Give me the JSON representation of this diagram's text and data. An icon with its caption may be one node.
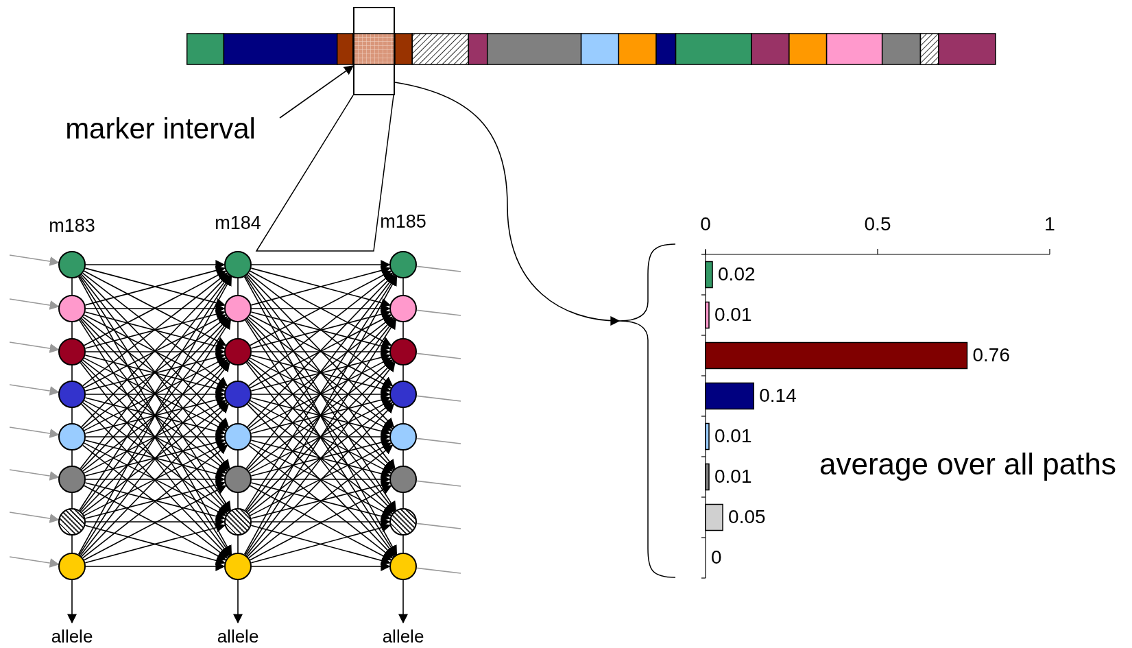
{
  "diagram": {
    "nodes": [
      {
        "text": [
          "marker interval"
        ]
      },
      {
        "text": [],
        "shape": "box"
      },
      {
        "text": [],
        "shape": "circle"
      },
      {
        "text": [],
        "shape": "circle"
      },
      {
        "text": [],
        "shape": "circle"
      },
      {
        "text": [],
        "shape": "circle"
      },
      {
        "text": [],
        "shape": "circle"
      },
      {
        "text": [],
        "shape": "circle"
      },
      {
        "text": [],
        "shape": "circle"
      },
      {
        "text": [],
        "shape": "circle"
      },
      {
        "text": [],
        "shape": "circle"
      },
      {
        "text": [],
        "shape": "circle"
      },
      {
        "text": [],
        "shape": "circle"
      },
      {
        "text": [],
        "shape": "circle"
      },
      {
        "text": [],
        "shape": "circle"
      },
      {
        "text": [],
        "shape": "circle"
      },
      {
        "text": [],
        "shape": "circle"
      },
      {
        "text": [],
        "shape": "circle"
      },
      {
        "text": [],
        "shape": "circle"
      },
      {
        "text": [],
        "shape": "circle"
      },
      {
        "text": [],
        "shape": "circle"
      },
      {
        "text": [],
        "shape": "circle"
      },
      {
        "text": [],
        "shape": "circle"
      },
      {
        "text": [],
        "shape": "circle"
      },
      {
        "text": [],
        "shape": "circle"
      },
      {
        "text": [],
        "shape": "circle"
      },
      {
        "text": [
          "allele"
        ]
      },
      {
        "text": [
          "allele"
        ]
      },
      {
        "text": [
          "allele"
        ]
      },
      {
        "text": [],
        "shape": "bracket"
      }
    ],
    "edges": [
      {
        "from": 0,
        "to": 1,
        "arrow": "to"
      },
      {
        "from": 1,
        "to": 29,
        "arrow": "to"
      },
      {
        "from": 2,
        "to": 3,
        "arrow": "none"
      },
      {
        "from": 3,
        "to": 4,
        "arrow": "none"
      },
      {
        "from": 4,
        "to": 5,
        "arrow": "none"
      },
      {
        "from": 5,
        "to": 6,
        "arrow": "none"
      },
      {
        "from": 6,
        "to": 7,
        "arrow": "none"
      },
      {
        "from": 7,
        "to": 8,
        "arrow": "none"
      },
      {
        "from": 8,
        "to": 9,
        "arrow": "none"
      },
      {
        "from": 10,
        "to": 11,
        "arrow": "none"
      },
      {
        "from": 11,
        "to": 12,
        "arrow": "none"
      },
      {
        "from": 12,
        "to": 13,
        "arrow": "none"
      },
      {
        "from": 13,
        "to": 14,
        "arrow": "none"
      },
      {
        "from": 14,
        "to": 15,
        "arrow": "none"
      },
      {
        "from": 15,
        "to": 16,
        "arrow": "none"
      },
      {
        "from": 16,
        "to": 17,
        "arrow": "none"
      },
      {
        "from": 18,
        "to": 19,
        "arrow": "none"
      },
      {
        "from": 19,
        "to": 20,
        "arrow": "none"
      },
      {
        "from": 20,
        "to": 21,
        "arrow": "none"
      },
      {
        "from": 21,
        "to": 22,
        "arrow": "none"
      },
      {
        "from": 22,
        "to": 23,
        "arrow": "none"
      },
      {
        "from": 23,
        "to": 24,
        "arrow": "none"
      },
      {
        "from": 24,
        "to": 25,
        "arrow": "none"
      },
      {
        "from": 2,
        "to": 10,
        "arrow": "to"
      },
      {
        "from": 2,
        "to": 11,
        "arrow": "to"
      },
      {
        "from": 2,
        "to": 12,
        "arrow": "to"
      },
      {
        "from": 2,
        "to": 13,
        "arrow": "to"
      },
      {
        "from": 2,
        "to": 14,
        "arrow": "to"
      },
      {
        "from": 2,
        "to": 15,
        "arrow": "to"
      },
      {
        "from": 2,
        "to": 16,
        "arrow": "to"
      },
      {
        "from": 2,
        "to": 17,
        "arrow": "to"
      },
      {
        "from": 3,
        "to": 10,
        "arrow": "to"
      },
      {
        "from": 3,
        "to": 11,
        "arrow": "to"
      },
      {
        "from": 3,
        "to": 12,
        "arrow": "to"
      },
      {
        "from": 3,
        "to": 13,
        "arrow": "to"
      },
      {
        "from": 3,
        "to": 14,
        "arrow": "to"
      },
      {
        "from": 3,
        "to": 15,
        "arrow": "to"
      },
      {
        "from": 3,
        "to": 16,
        "arrow": "to"
      },
      {
        "from": 3,
        "to": 17,
        "arrow": "to"
      },
      {
        "from": 4,
        "to": 10,
        "arrow": "to"
      },
      {
        "from": 4,
        "to": 11,
        "arrow": "to"
      },
      {
        "from": 4,
        "to": 12,
        "arrow": "to"
      },
      {
        "from": 4,
        "to": 13,
        "arrow": "to"
      },
      {
        "from": 4,
        "to": 14,
        "arrow": "to"
      },
      {
        "from": 4,
        "to": 15,
        "arrow": "to"
      },
      {
        "from": 4,
        "to": 16,
        "arrow": "to"
      },
      {
        "from": 4,
        "to": 17,
        "arrow": "to"
      },
      {
        "from": 5,
        "to": 10,
        "arrow": "to"
      },
      {
        "from": 5,
        "to": 11,
        "arrow": "to"
      },
      {
        "from": 5,
        "to": 12,
        "arrow": "to"
      },
      {
        "from": 5,
        "to": 13,
        "arrow": "to"
      },
      {
        "from": 5,
        "to": 14,
        "arrow": "to"
      },
      {
        "from": 5,
        "to": 15,
        "arrow": "to"
      },
      {
        "from": 5,
        "to": 16,
        "arrow": "to"
      },
      {
        "from": 5,
        "to": 17,
        "arrow": "to"
      },
      {
        "from": 6,
        "to": 10,
        "arrow": "to"
      },
      {
        "from": 6,
        "to": 11,
        "arrow": "to"
      },
      {
        "from": 6,
        "to": 12,
        "arrow": "to"
      },
      {
        "from": 6,
        "to": 13,
        "arrow": "to"
      },
      {
        "from": 6,
        "to": 14,
        "arrow": "to"
      },
      {
        "from": 6,
        "to": 15,
        "arrow": "to"
      },
      {
        "from": 6,
        "to": 16,
        "arrow": "to"
      },
      {
        "from": 6,
        "to": 17,
        "arrow": "to"
      },
      {
        "from": 7,
        "to": 10,
        "arrow": "to"
      },
      {
        "from": 7,
        "to": 11,
        "arrow": "to"
      },
      {
        "from": 7,
        "to": 12,
        "arrow": "to"
      },
      {
        "from": 7,
        "to": 13,
        "arrow": "to"
      },
      {
        "from": 7,
        "to": 14,
        "arrow": "to"
      },
      {
        "from": 7,
        "to": 15,
        "arrow": "to"
      },
      {
        "from": 7,
        "to": 16,
        "arrow": "to"
      },
      {
        "from": 7,
        "to": 17,
        "arrow": "to"
      },
      {
        "from": 8,
        "to": 10,
        "arrow": "to"
      },
      {
        "from": 8,
        "to": 11,
        "arrow": "to"
      },
      {
        "from": 8,
        "to": 12,
        "arrow": "to"
      },
      {
        "from": 8,
        "to": 13,
        "arrow": "to"
      },
      {
        "from": 8,
        "to": 14,
        "arrow": "to"
      },
      {
        "from": 8,
        "to": 15,
        "arrow": "to"
      },
      {
        "from": 8,
        "to": 16,
        "arrow": "to"
      },
      {
        "from": 8,
        "to": 17,
        "arrow": "to"
      },
      {
        "from": 9,
        "to": 10,
        "arrow": "to"
      },
      {
        "from": 9,
        "to": 11,
        "arrow": "to"
      },
      {
        "from": 9,
        "to": 12,
        "arrow": "to"
      },
      {
        "from": 9,
        "to": 13,
        "arrow": "to"
      },
      {
        "from": 9,
        "to": 14,
        "arrow": "to"
      },
      {
        "from": 9,
        "to": 15,
        "arrow": "to"
      },
      {
        "from": 9,
        "to": 16,
        "arrow": "to"
      },
      {
        "from": 9,
        "to": 17,
        "arrow": "to"
      },
      {
        "from": 10,
        "to": 18,
        "arrow": "to"
      },
      {
        "from": 10,
        "to": 19,
        "arrow": "to"
      },
      {
        "from": 10,
        "to": 20,
        "arrow": "to"
      },
      {
        "from": 10,
        "to": 21,
        "arrow": "to"
      },
      {
        "from": 10,
        "to": 22,
        "arrow": "to"
      },
      {
        "from": 10,
        "to": 23,
        "arrow": "to"
      },
      {
        "from": 10,
        "to": 24,
        "arrow": "to"
      },
      {
        "from": 10,
        "to": 25,
        "arrow": "to"
      },
      {
        "from": 11,
        "to": 18,
        "arrow": "to"
      },
      {
        "from": 11,
        "to": 19,
        "arrow": "to"
      },
      {
        "from": 11,
        "to": 20,
        "arrow": "to"
      },
      {
        "from": 11,
        "to": 21,
        "arrow": "to"
      },
      {
        "from": 11,
        "to": 22,
        "arrow": "to"
      },
      {
        "from": 11,
        "to": 23,
        "arrow": "to"
      },
      {
        "from": 11,
        "to": 24,
        "arrow": "to"
      },
      {
        "from": 11,
        "to": 25,
        "arrow": "to"
      },
      {
        "from": 12,
        "to": 18,
        "arrow": "to"
      },
      {
        "from": 12,
        "to": 19,
        "arrow": "to"
      },
      {
        "from": 12,
        "to": 20,
        "arrow": "to"
      },
      {
        "from": 12,
        "to": 21,
        "arrow": "to"
      },
      {
        "from": 12,
        "to": 22,
        "arrow": "to"
      },
      {
        "from": 12,
        "to": 23,
        "arrow": "to"
      },
      {
        "from": 12,
        "to": 24,
        "arrow": "to"
      },
      {
        "from": 12,
        "to": 25,
        "arrow": "to"
      },
      {
        "from": 13,
        "to": 18,
        "arrow": "to"
      },
      {
        "from": 13,
        "to": 19,
        "arrow": "to"
      },
      {
        "from": 13,
        "to": 20,
        "arrow": "to"
      },
      {
        "from": 13,
        "to": 21,
        "arrow": "to"
      },
      {
        "from": 13,
        "to": 22,
        "arrow": "to"
      },
      {
        "from": 13,
        "to": 23,
        "arrow": "to"
      },
      {
        "from": 13,
        "to": 24,
        "arrow": "to"
      },
      {
        "from": 13,
        "to": 25,
        "arrow": "to"
      },
      {
        "from": 14,
        "to": 18,
        "arrow": "to"
      },
      {
        "from": 14,
        "to": 19,
        "arrow": "to"
      },
      {
        "from": 14,
        "to": 20,
        "arrow": "to"
      },
      {
        "from": 14,
        "to": 21,
        "arrow": "to"
      },
      {
        "from": 14,
        "to": 22,
        "arrow": "to"
      },
      {
        "from": 14,
        "to": 23,
        "arrow": "to"
      },
      {
        "from": 14,
        "to": 24,
        "arrow": "to"
      },
      {
        "from": 14,
        "to": 25,
        "arrow": "to"
      },
      {
        "from": 15,
        "to": 18,
        "arrow": "to"
      },
      {
        "from": 15,
        "to": 19,
        "arrow": "to"
      },
      {
        "from": 15,
        "to": 20,
        "arrow": "to"
      },
      {
        "from": 15,
        "to": 21,
        "arrow": "to"
      },
      {
        "from": 15,
        "to": 22,
        "arrow": "to"
      },
      {
        "from": 15,
        "to": 23,
        "arrow": "to"
      },
      {
        "from": 15,
        "to": 24,
        "arrow": "to"
      },
      {
        "from": 15,
        "to": 25,
        "arrow": "to"
      },
      {
        "from": 16,
        "to": 18,
        "arrow": "to"
      },
      {
        "from": 16,
        "to": 19,
        "arrow": "to"
      },
      {
        "from": 16,
        "to": 20,
        "arrow": "to"
      },
      {
        "from": 16,
        "to": 21,
        "arrow": "to"
      },
      {
        "from": 16,
        "to": 22,
        "arrow": "to"
      },
      {
        "from": 16,
        "to": 23,
        "arrow": "to"
      },
      {
        "from": 16,
        "to": 24,
        "arrow": "to"
      },
      {
        "from": 16,
        "to": 25,
        "arrow": "to"
      },
      {
        "from": 17,
        "to": 18,
        "arrow": "to"
      },
      {
        "from": 17,
        "to": 19,
        "arrow": "to"
      },
      {
        "from": 17,
        "to": 20,
        "arrow": "to"
      },
      {
        "from": 17,
        "to": 21,
        "arrow": "to"
      },
      {
        "from": 17,
        "to": 22,
        "arrow": "to"
      },
      {
        "from": 17,
        "to": 23,
        "arrow": "to"
      },
      {
        "from": 17,
        "to": 24,
        "arrow": "to"
      },
      {
        "from": 17,
        "to": 25,
        "arrow": "to"
      },
      {
        "from": null,
        "to": 2,
        "arrow": "to",
        "color": "#999999"
      },
      {
        "from": null,
        "to": 3,
        "arrow": "to",
        "color": "#999999"
      },
      {
        "from": null,
        "to": 4,
        "arrow": "to",
        "color": "#999999"
      },
      {
        "from": null,
        "to": 5,
        "arrow": "to",
        "color": "#999999"
      },
      {
        "from": null,
        "to": 6,
        "arrow": "to",
        "color": "#999999"
      },
      {
        "from": null,
        "to": 7,
        "arrow": "to",
        "color": "#999999"
      },
      {
        "from": null,
        "to": 8,
        "arrow": "to",
        "color": "#999999"
      },
      {
        "from": null,
        "to": 9,
        "arrow": "to",
        "color": "#999999"
      },
      {
        "from": 18,
        "to": null,
        "arrow": "none",
        "color": "#999999"
      },
      {
        "from": 19,
        "to": null,
        "arrow": "none",
        "color": "#999999"
      },
      {
        "from": 20,
        "to": null,
        "arrow": "none",
        "color": "#999999"
      },
      {
        "from": 21,
        "to": null,
        "arrow": "none",
        "color": "#999999"
      },
      {
        "from": 22,
        "to": null,
        "arrow": "none",
        "color": "#999999"
      },
      {
        "from": 23,
        "to": null,
        "arrow": "none",
        "color": "#999999"
      },
      {
        "from": 24,
        "to": null,
        "arrow": "none",
        "color": "#999999"
      },
      {
        "from": 25,
        "to": null,
        "arrow": "none",
        "color": "#999999"
      },
      {
        "from": 9,
        "to": 26,
        "arrow": "to"
      },
      {
        "from": 17,
        "to": 27,
        "arrow": "to"
      },
      {
        "from": 25,
        "to": 28,
        "arrow": "to"
      }
    ],
    "labels": [
      "m183",
      "m184",
      "m185",
      "average over all paths"
    ],
    "chart_data": {
      "type": "bar",
      "orientation": "horizontal",
      "stacked": true,
      "data_labels": true,
      "categories": [
        null,
        null,
        null,
        null,
        null,
        null,
        null,
        null
      ],
      "xlim": [
        0,
        1
      ],
      "xticks": [
        0,
        0.5,
        1
      ],
      "series": [
        {
          "color": "#339966",
          "values": [
            0.02,
            null,
            null,
            null,
            null,
            null,
            null,
            null
          ]
        },
        {
          "color": "#ff99cc",
          "values": [
            null,
            0.01,
            null,
            null,
            null,
            null,
            null,
            null
          ]
        },
        {
          "color": "#800000",
          "values": [
            null,
            null,
            0.76,
            null,
            null,
            null,
            null,
            null
          ]
        },
        {
          "color": "#000080",
          "values": [
            null,
            null,
            null,
            0.14,
            null,
            null,
            null,
            null
          ]
        },
        {
          "color": "#99ccff",
          "values": [
            null,
            null,
            null,
            null,
            0.01,
            null,
            null,
            null
          ]
        },
        {
          "color": "#808080",
          "values": [
            null,
            null,
            null,
            null,
            null,
            0.01,
            null,
            null
          ]
        },
        {
          "color": "#d0d0d0",
          "values": [
            null,
            null,
            null,
            null,
            null,
            null,
            0.05,
            null
          ]
        },
        {
          "values": [
            null,
            null,
            null,
            null,
            null,
            null,
            null,
            0
          ]
        }
      ]
    }
  }
}
